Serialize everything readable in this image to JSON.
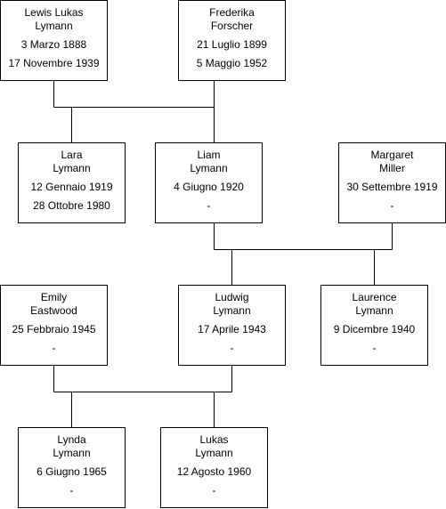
{
  "people": {
    "lewis": {
      "name1": "Lewis Lukas",
      "name2": "Lymann",
      "born": "3 Marzo 1888",
      "died": "17 Novembre 1939"
    },
    "frederika": {
      "name1": "Frederika",
      "name2": "Forscher",
      "born": "21 Luglio 1899",
      "died": "5 Maggio 1952"
    },
    "lara": {
      "name1": "Lara",
      "name2": "Lymann",
      "born": "12 Gennaio 1919",
      "died": "28 Ottobre 1980"
    },
    "liam": {
      "name1": "Liam",
      "name2": "Lymann",
      "born": "4 Giugno 1920",
      "died": "-"
    },
    "margaret": {
      "name1": "Margaret",
      "name2": "Miller",
      "born": "30 Settembre 1919",
      "died": "-"
    },
    "emily": {
      "name1": "Emily",
      "name2": "Eastwood",
      "born": "25 Febbraio 1945",
      "died": "-"
    },
    "ludwig": {
      "name1": "Ludwig",
      "name2": "Lymann",
      "born": "17 Aprile 1943",
      "died": "-"
    },
    "laurence": {
      "name1": "Laurence",
      "name2": "Lymann",
      "born": "9 Dicembre 1940",
      "died": "-"
    },
    "lynda": {
      "name1": "Lynda",
      "name2": "Lymann",
      "born": "6 Giugno 1965",
      "died": "-"
    },
    "lukas": {
      "name1": "Lukas",
      "name2": "Lymann",
      "born": "12 Agosto 1960",
      "died": "-"
    }
  }
}
